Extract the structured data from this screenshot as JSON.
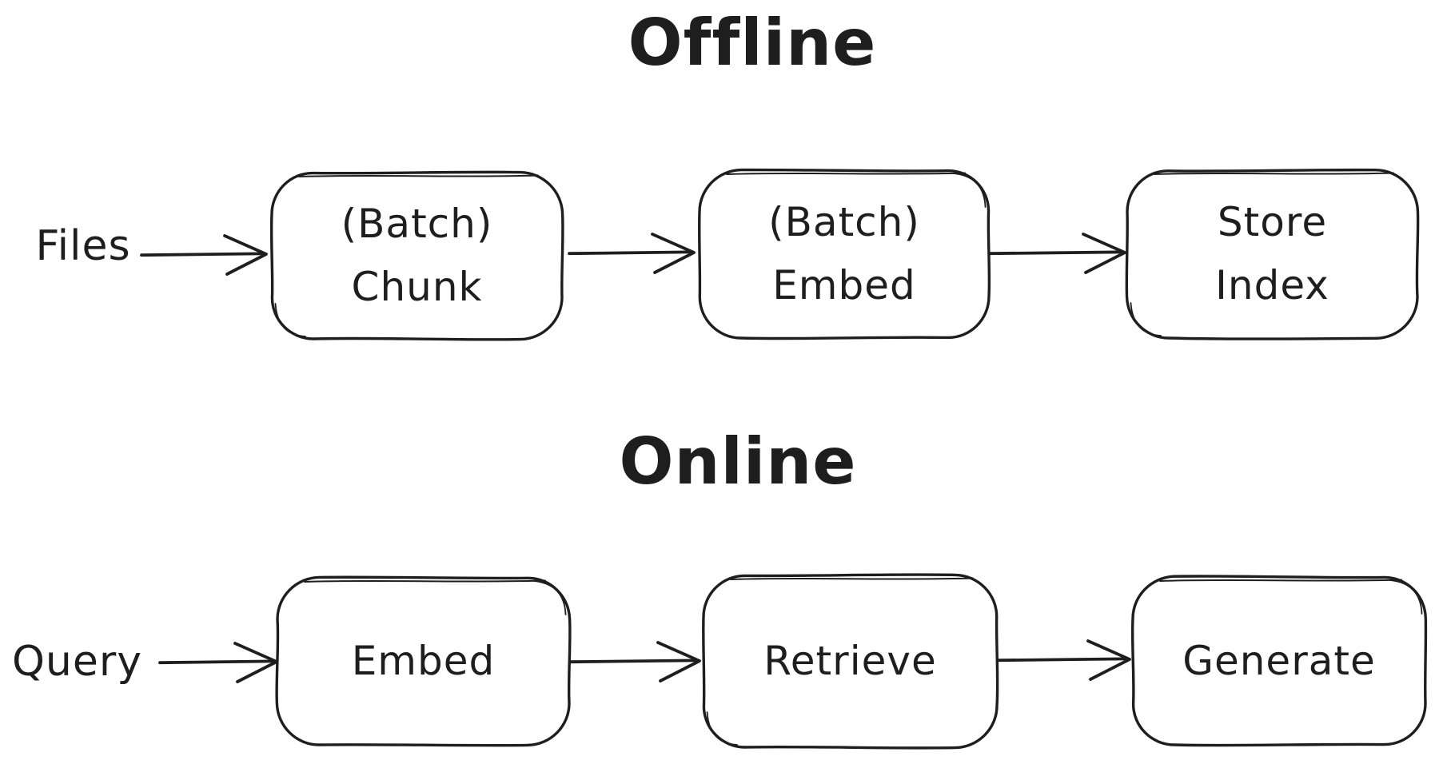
{
  "canvas": {
    "background": "#ffffff",
    "ink_color": "#1e1e1e"
  },
  "sections": [
    {
      "title": "Offline",
      "source_label": "Files",
      "nodes": [
        {
          "label": "(Batch)\nChunk"
        },
        {
          "label": "(Batch)\nEmbed"
        },
        {
          "label": "Store\nIndex"
        }
      ]
    },
    {
      "title": "Online",
      "source_label": "Query",
      "nodes": [
        {
          "label": "Embed"
        },
        {
          "label": "Retrieve"
        },
        {
          "label": "Generate"
        }
      ]
    }
  ]
}
